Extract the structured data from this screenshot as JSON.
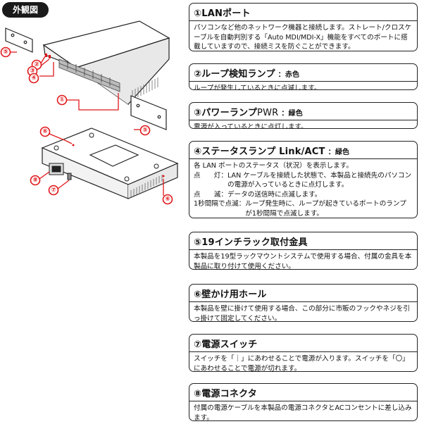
{
  "header": {
    "tag": "外観図"
  },
  "colors": {
    "accent": "#e0181b",
    "ink": "#222222"
  },
  "callouts": [
    "①",
    "②",
    "③",
    "④",
    "⑤",
    "⑥",
    "⑦",
    "⑧"
  ],
  "sections": [
    {
      "num": "①",
      "title": "LANポート",
      "title_sub": "",
      "body": "パソコンなど他のネットワーク機器と接続します。ストレート/クロスケーブルを自動判別する「Auto MDI/MDI-X」機能をすべてのポートに搭載していますので、接続ミスを防ぐことができます。"
    },
    {
      "num": "②",
      "title": "ループ検知ランプ",
      "title_sub": "：赤色",
      "body": "ループが発生しているときに点滅します。"
    },
    {
      "num": "③",
      "title": "パワーランプ",
      "title_extra": "PWR",
      "title_sub": "：緑色",
      "body": "電源が入っているときに点灯します。"
    },
    {
      "num": "④",
      "title": "ステータスランプ Link/ACT",
      "title_sub": "：緑色",
      "intro": "各 LAN ポートのステータス（状況）を表示します。",
      "items": [
        {
          "label": "点　　灯：",
          "text": "LAN ケーブルを接続した状態で、本製品と接続先のパソコンの電源が入っているときに点灯します。"
        },
        {
          "label": "点　　滅：",
          "text": "データの送信時に点滅します。"
        },
        {
          "label": "1秒間隔で点滅：",
          "text": "ループ発生時に、ループが起きているポートのランプが1秒間隔で点滅します。"
        }
      ]
    },
    {
      "num": "⑤",
      "title": "19インチラック取付金具",
      "title_sub": "",
      "body": "本製品を19型ラックマウントシステムで使用する場合、付属の金具を本製品に取り付けて使用ください。"
    },
    {
      "num": "⑥",
      "title": "壁かけ用ホール",
      "title_sub": "",
      "body": "本製品を壁に掛けて使用する場合、この部分に市販のフックやネジを引っ掛けて固定してください。"
    },
    {
      "num": "⑦",
      "title": "電源スイッチ",
      "title_sub": "",
      "body": "スイッチを「｜」にあわせることで電源が入ります。スイッチを「〇」にあわせることで電源が切れます。"
    },
    {
      "num": "⑧",
      "title": "電源コネクタ",
      "title_sub": "",
      "body": "付属の電源ケーブルを本製品の電源コネクタとACコンセントに差し込みます。"
    }
  ]
}
